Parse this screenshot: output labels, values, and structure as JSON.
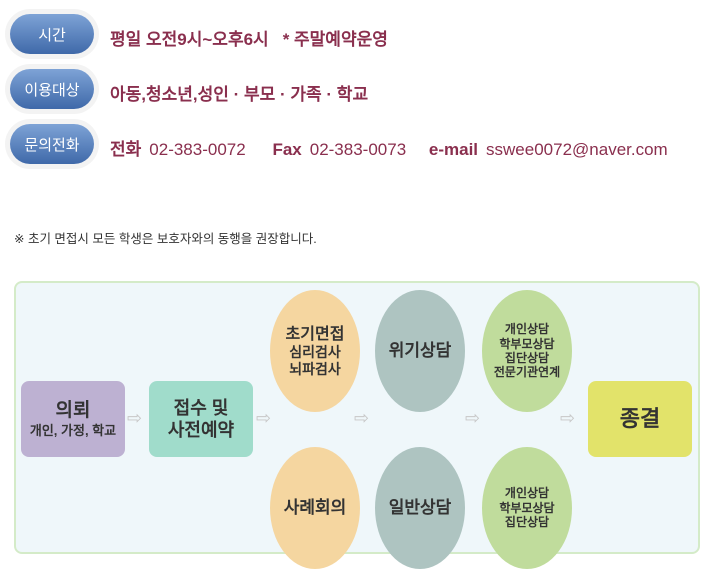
{
  "info": [
    {
      "label": "시간",
      "parts": [
        "평일 오전9시~오후6시",
        "* 주말예약운영"
      ]
    },
    {
      "label": "이용대상",
      "parts": [
        "아동,청소년,성인 · 부모 · 가족 · 학교"
      ]
    },
    {
      "label": "문의전화",
      "phone_label": "전화",
      "phone": "02-383-0072",
      "fax_label": "Fax",
      "fax": "02-383-0073",
      "email_label": "e-mail",
      "email": "sswee0072@naver.com"
    }
  ],
  "note": "※ 초기 면접시 모든 학생은 보호자와의 동행을 권장합니다.",
  "flow": {
    "request": {
      "title": "의뢰",
      "sub": "개인, 가정, 학교"
    },
    "intake": {
      "line1": "접수 및",
      "line2": "사전예약"
    },
    "top": [
      {
        "lines": [
          "초기면접",
          "심리검사",
          "뇌파검사"
        ]
      },
      {
        "lines": [
          "위기상담"
        ]
      },
      {
        "lines": [
          "개인상담",
          "학부모상담",
          "집단상담",
          "전문기관연계"
        ]
      }
    ],
    "bottom": [
      {
        "lines": [
          "사례회의"
        ]
      },
      {
        "lines": [
          "일반상담"
        ]
      },
      {
        "lines": [
          "개인상담",
          "학부모상담",
          "집단상담"
        ]
      }
    ],
    "end": "종결",
    "arrow": "⇨"
  }
}
